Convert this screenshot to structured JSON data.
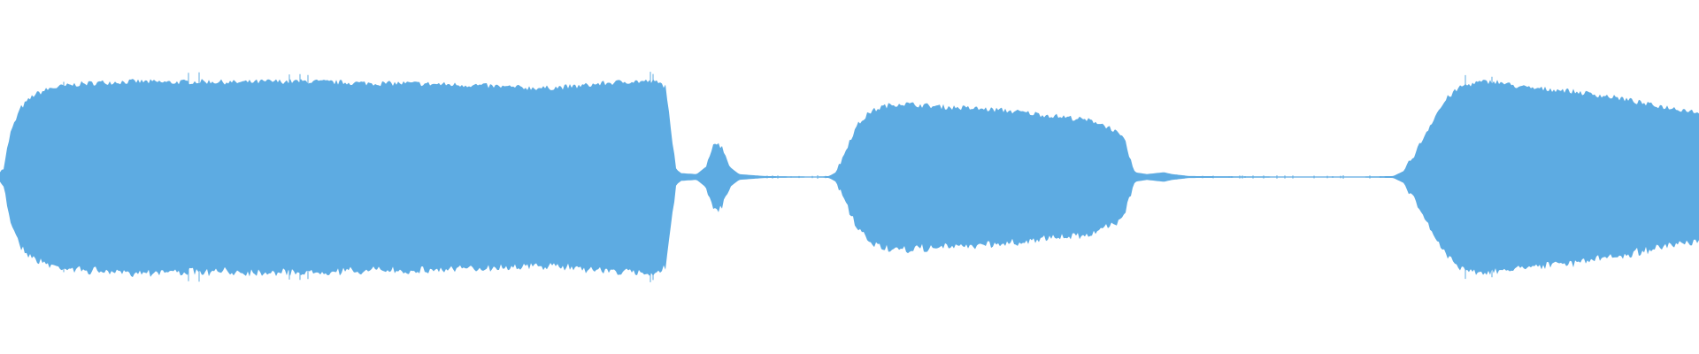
{
  "waveform": {
    "color": "#5dabe2",
    "background": "#ffffff",
    "envelope": [
      [
        0.0,
        0.05
      ],
      [
        0.002,
        0.1
      ],
      [
        0.006,
        0.45
      ],
      [
        0.012,
        0.72
      ],
      [
        0.02,
        0.86
      ],
      [
        0.03,
        0.93
      ],
      [
        0.045,
        0.97
      ],
      [
        0.06,
        0.99
      ],
      [
        0.08,
        1.0
      ],
      [
        0.1,
        0.99
      ],
      [
        0.12,
        1.0
      ],
      [
        0.14,
        0.99
      ],
      [
        0.16,
        1.0
      ],
      [
        0.18,
        1.0
      ],
      [
        0.2,
        0.99
      ],
      [
        0.22,
        0.98
      ],
      [
        0.24,
        0.98
      ],
      [
        0.26,
        0.97
      ],
      [
        0.28,
        0.96
      ],
      [
        0.3,
        0.94
      ],
      [
        0.32,
        0.93
      ],
      [
        0.34,
        0.95
      ],
      [
        0.355,
        0.98
      ],
      [
        0.37,
        1.0
      ],
      [
        0.385,
        1.0
      ],
      [
        0.392,
        0.95
      ],
      [
        0.395,
        0.45
      ],
      [
        0.398,
        0.08
      ],
      [
        0.401,
        0.04
      ],
      [
        0.41,
        0.03
      ],
      [
        0.415,
        0.1
      ],
      [
        0.42,
        0.36
      ],
      [
        0.425,
        0.32
      ],
      [
        0.43,
        0.1
      ],
      [
        0.435,
        0.03
      ],
      [
        0.45,
        0.01
      ],
      [
        0.48,
        0.005
      ],
      [
        0.488,
        0.01
      ],
      [
        0.492,
        0.05
      ],
      [
        0.496,
        0.2
      ],
      [
        0.5,
        0.38
      ],
      [
        0.505,
        0.55
      ],
      [
        0.512,
        0.68
      ],
      [
        0.52,
        0.74
      ],
      [
        0.53,
        0.77
      ],
      [
        0.55,
        0.74
      ],
      [
        0.57,
        0.72
      ],
      [
        0.59,
        0.7
      ],
      [
        0.61,
        0.66
      ],
      [
        0.63,
        0.62
      ],
      [
        0.645,
        0.58
      ],
      [
        0.655,
        0.5
      ],
      [
        0.662,
        0.38
      ],
      [
        0.665,
        0.2
      ],
      [
        0.668,
        0.05
      ],
      [
        0.675,
        0.03
      ],
      [
        0.685,
        0.05
      ],
      [
        0.69,
        0.03
      ],
      [
        0.7,
        0.01
      ],
      [
        0.76,
        0.005
      ],
      [
        0.8,
        0.005
      ],
      [
        0.82,
        0.01
      ],
      [
        0.826,
        0.06
      ],
      [
        0.832,
        0.22
      ],
      [
        0.838,
        0.42
      ],
      [
        0.845,
        0.65
      ],
      [
        0.852,
        0.83
      ],
      [
        0.86,
        0.95
      ],
      [
        0.87,
        0.99
      ],
      [
        0.88,
        1.0
      ],
      [
        0.89,
        0.96
      ],
      [
        0.9,
        0.93
      ],
      [
        0.92,
        0.91
      ],
      [
        0.94,
        0.86
      ],
      [
        0.955,
        0.82
      ],
      [
        0.97,
        0.76
      ],
      [
        0.985,
        0.72
      ],
      [
        1.0,
        0.68
      ]
    ]
  }
}
